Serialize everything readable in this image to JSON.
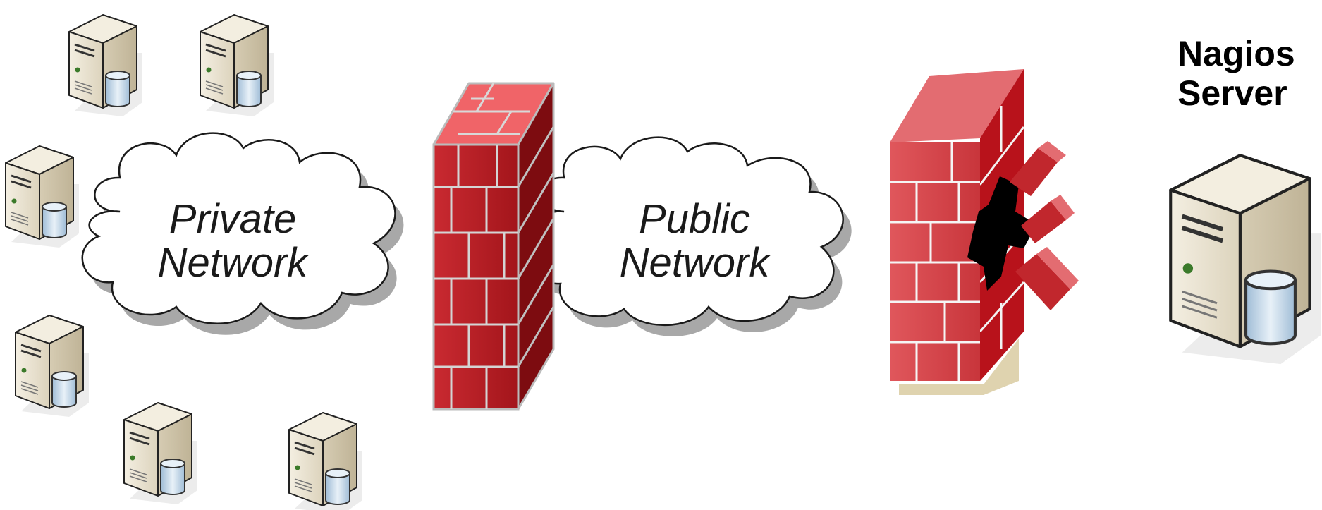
{
  "clouds": {
    "private": {
      "line1": "Private",
      "line2": "Network"
    },
    "public": {
      "line1": "Public",
      "line2": "Network"
    }
  },
  "nagios_server": {
    "line1": "Nagios",
    "line2": "Server"
  },
  "icons": {
    "server": "server-icon",
    "firewall": "firewall-icon",
    "breached_firewall": "breached-firewall-icon",
    "cloud": "cloud-icon"
  },
  "colors": {
    "brick": "#c1272d",
    "brick_dark": "#7d0c10",
    "brick_light": "#f06468",
    "server_body": "#e9e2cf",
    "server_side": "#cfc6ae",
    "cylinder": "#bcd3e6",
    "cloud_fill": "#ffffff",
    "cloud_shadow": "#a9a9a9"
  }
}
